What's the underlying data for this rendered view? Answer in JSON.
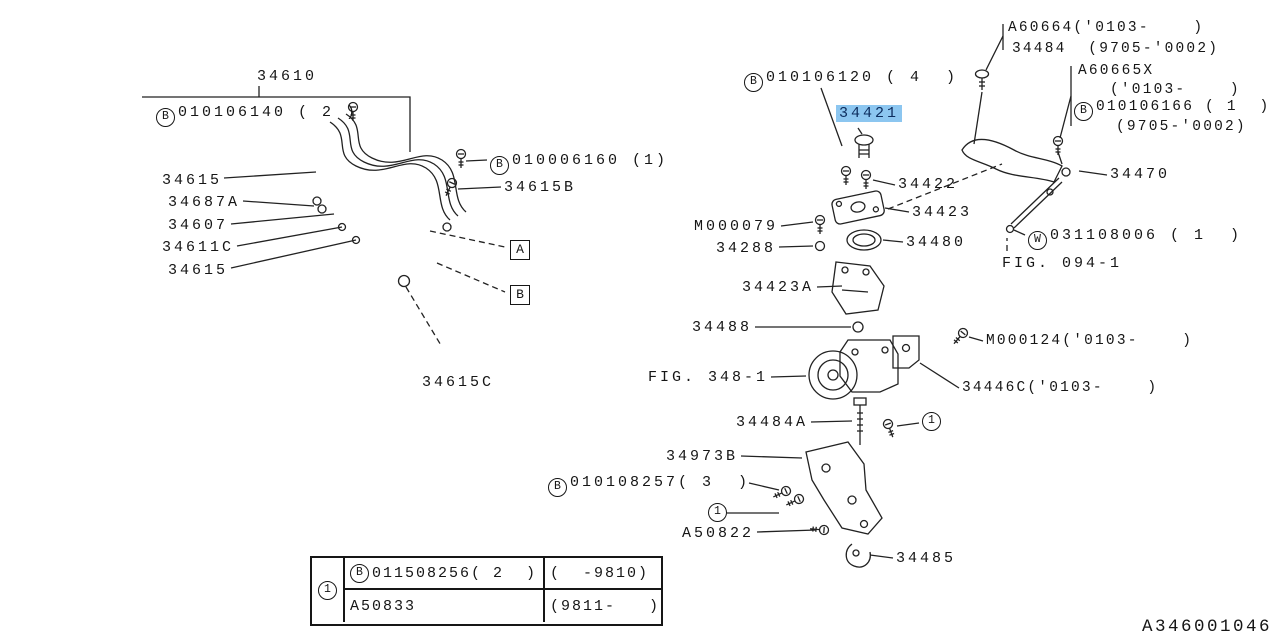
{
  "page": {
    "background": "#ffffff",
    "line_color": "#222222",
    "highlight_color": "#8cc6f0",
    "doc_id": "A346001046"
  },
  "glyphs": {
    "b": "B",
    "w": "W",
    "one": "1",
    "a": "A",
    "b_box": "B"
  },
  "labels": {
    "p34610": "34610",
    "bolt_010106140": "010106140 ( 2 )",
    "p34615_top": "34615",
    "p34687A": "34687A",
    "p34607": "34607",
    "p34611C": "34611C",
    "p34615_bottom": "34615",
    "bolt_010006160": "010006160 (1)",
    "p34615B": "34615B",
    "p34615C": "34615C",
    "bolt_010106120": "010106120 ( 4  )",
    "pA60664": "A60664('0103-    )",
    "p34484": "34484  (9705-'0002)",
    "pA60665X": "A60665X",
    "pA60665X_range": "('0103-    )",
    "bolt_010106166": "010106166 ( 1  )",
    "bolt_010106166_range": "(9705-'0002)",
    "p34421": "34421",
    "p34422": "34422",
    "p34423": "34423",
    "pM000079": "M000079",
    "p34480": "34480",
    "p34288": "34288",
    "p34470": "34470",
    "w031108006": "031108006 ( 1  )",
    "fig094": "FIG. 094-1",
    "p34423A": "34423A",
    "p34488": "34488",
    "pM000124": "M000124('0103-    )",
    "fig348": "FIG. 348-1",
    "p34446C": "34446C('0103-    )",
    "p34484A": "34484A",
    "p34973B": "34973B",
    "bolt_010108257": "010108257( 3  )",
    "pA50822": "A50822",
    "p34485": "34485"
  },
  "table": {
    "rows": [
      {
        "part": "011508256( 2  )",
        "range": "(  -9810)"
      },
      {
        "part": "A50833",
        "range": "(9811-   )"
      }
    ]
  }
}
